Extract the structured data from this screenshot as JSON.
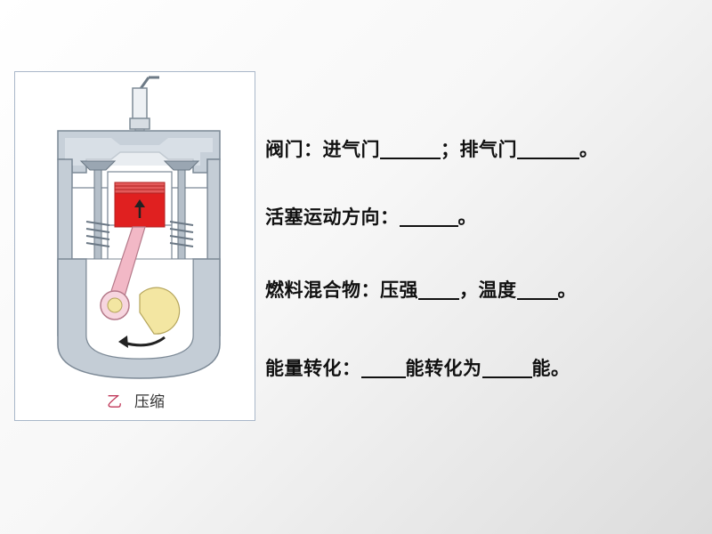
{
  "figure": {
    "caption_label": "乙",
    "caption_text": "压缩"
  },
  "questions": {
    "valve": {
      "p1": "阀门：进气门",
      "p2": "；排气门",
      "p3": "。"
    },
    "piston": {
      "p1": "活塞运动方向：",
      "p2": "。"
    },
    "mixture": {
      "p1": "燃料混合物：压强",
      "p2": "，温度",
      "p3": "。"
    },
    "energy": {
      "p1": "能量转化：",
      "p2": "能转化为",
      "p3": "能。"
    }
  },
  "colors": {
    "cylinder_wall": "#8c9aa8",
    "combustion_red": "#e02020",
    "crank_yellow": "#f3e6a2",
    "rod_pink": "#f2b8c6"
  }
}
